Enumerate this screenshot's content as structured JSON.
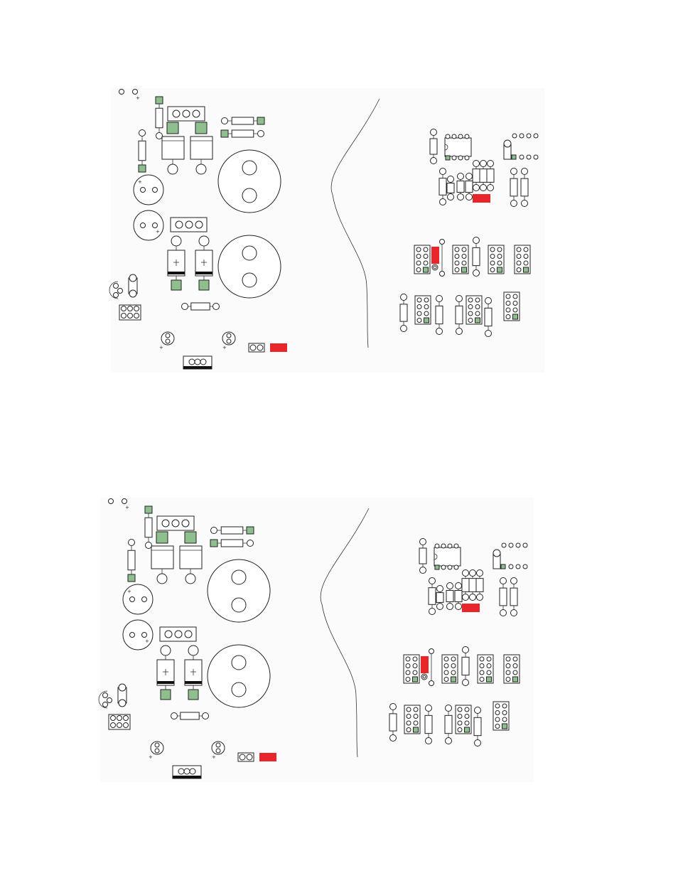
{
  "panels": [
    {
      "id": "top",
      "name": "pcb-layout-upper"
    },
    {
      "id": "bottom",
      "name": "pcb-layout-lower"
    }
  ],
  "colors": {
    "pad_highlight": "#8fbf8f",
    "marker": "#e8252a",
    "outline": "#222222",
    "background": "#ffffff"
  },
  "markings": {
    "polarity": "+"
  }
}
